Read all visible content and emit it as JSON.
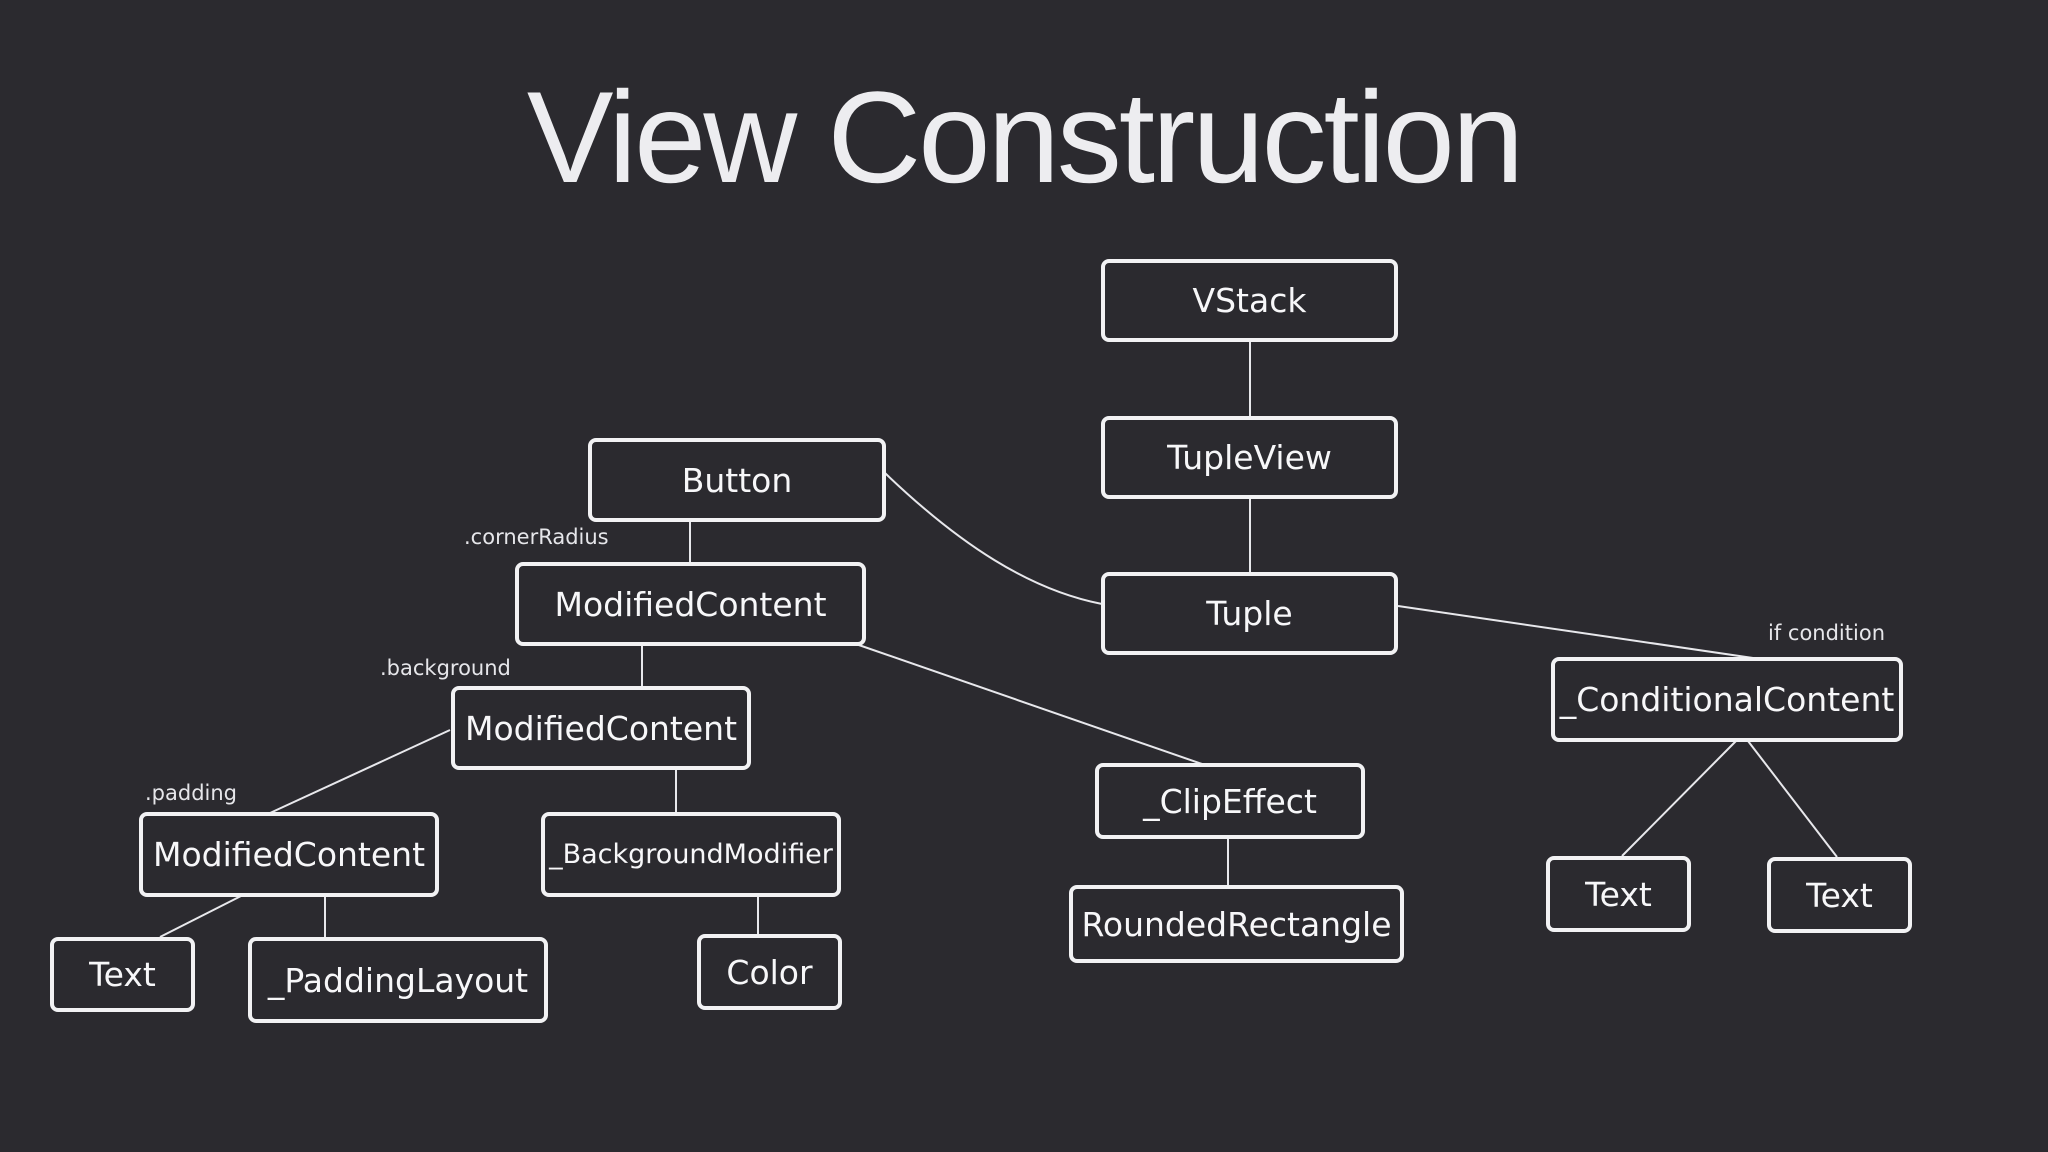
{
  "title": "View Construction",
  "colors": {
    "background": "#2b2a2f",
    "foreground": "#f2f2f4"
  },
  "nodes": {
    "vstack": "VStack",
    "tupleview": "TupleView",
    "tuple": "Tuple",
    "button": "Button",
    "modified_content_1": "ModifiedContent",
    "modified_content_2": "ModifiedContent",
    "modified_content_3": "ModifiedContent",
    "text_1": "Text",
    "padding_layout": "_PaddingLayout",
    "background_modifier": "_BackgroundModifier",
    "color": "Color",
    "clip_effect": "_ClipEffect",
    "rounded_rectangle": "RoundedRectangle",
    "conditional_content": "_ConditionalContent",
    "text_2": "Text",
    "text_3": "Text"
  },
  "edge_labels": {
    "corner_radius": ".cornerRadius",
    "background": ".background",
    "padding": ".padding",
    "if_condition": "if condition"
  },
  "edges": [
    [
      "vstack",
      "tupleview"
    ],
    [
      "tupleview",
      "tuple"
    ],
    [
      "tuple",
      "button"
    ],
    [
      "tuple",
      "conditional_content"
    ],
    [
      "button",
      "modified_content_1"
    ],
    [
      "modified_content_1",
      "modified_content_2"
    ],
    [
      "modified_content_1",
      "clip_effect"
    ],
    [
      "modified_content_2",
      "modified_content_3"
    ],
    [
      "modified_content_2",
      "background_modifier"
    ],
    [
      "modified_content_3",
      "text_1"
    ],
    [
      "modified_content_3",
      "padding_layout"
    ],
    [
      "background_modifier",
      "color"
    ],
    [
      "clip_effect",
      "rounded_rectangle"
    ],
    [
      "conditional_content",
      "text_2"
    ],
    [
      "conditional_content",
      "text_3"
    ]
  ]
}
